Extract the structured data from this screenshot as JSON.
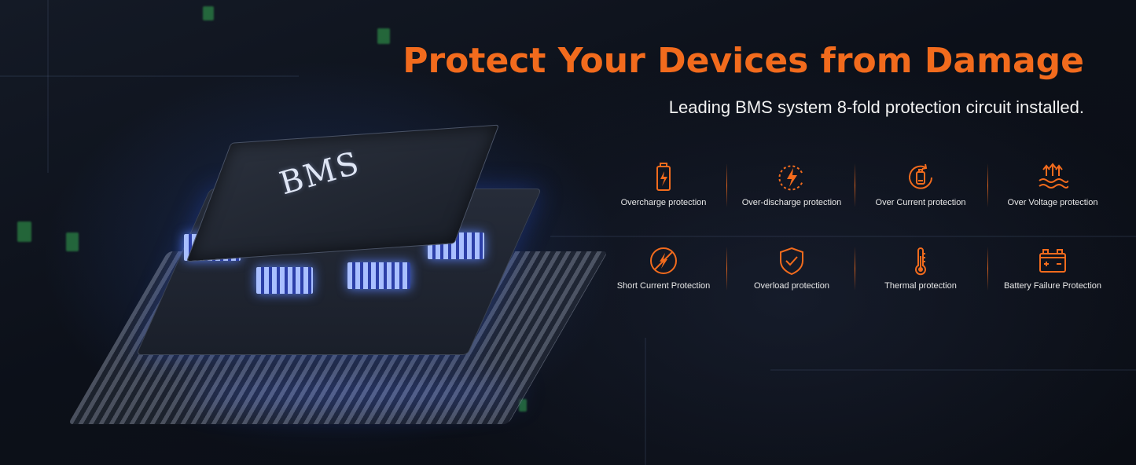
{
  "banner": {
    "title": "Protect Your Devices from Damage",
    "subtitle": "Leading BMS system 8-fold protection circuit installed.",
    "chip_label": "BMS",
    "accent_color": "#f26b1d"
  },
  "features": [
    {
      "icon": "battery-charge-icon",
      "label": "Overcharge protection"
    },
    {
      "icon": "discharge-bolt-icon",
      "label": "Over-discharge protection"
    },
    {
      "icon": "current-cycle-icon",
      "label": "Over Current protection"
    },
    {
      "icon": "voltage-waves-icon",
      "label": "Over Voltage protection"
    },
    {
      "icon": "no-short-circuit-icon",
      "label": "Short Current Protection"
    },
    {
      "icon": "shield-check-icon",
      "label": "Overload protection"
    },
    {
      "icon": "thermometer-icon",
      "label": "Thermal protection"
    },
    {
      "icon": "car-battery-icon",
      "label": "Battery Failure Protection"
    }
  ]
}
